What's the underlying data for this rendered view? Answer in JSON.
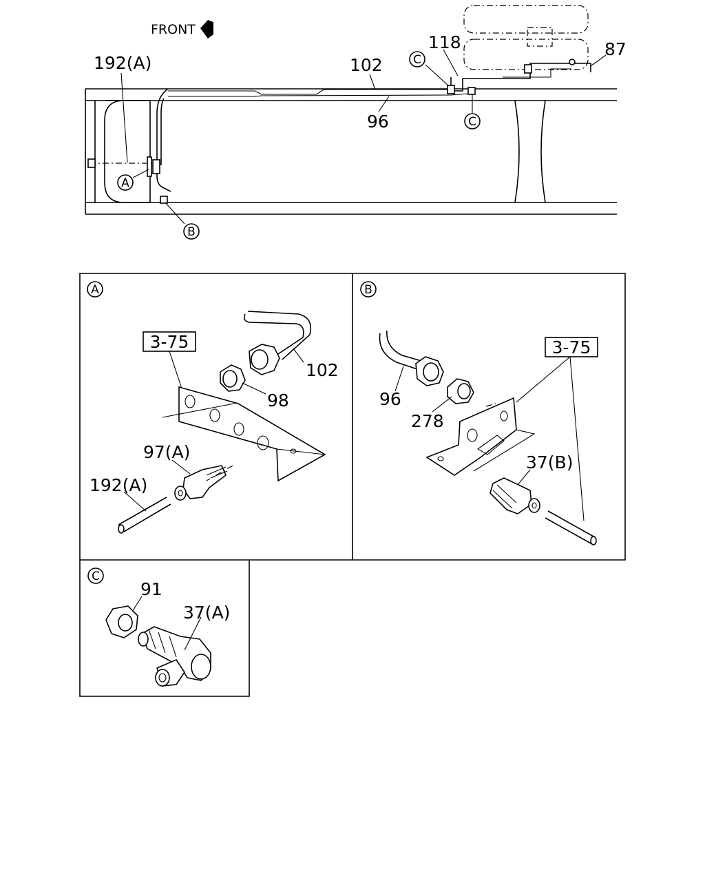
{
  "overview": {
    "front_label": "FRONT",
    "labels": {
      "l192a": "192(A)",
      "l102": "102",
      "l118": "118",
      "l87": "87",
      "l96": "96"
    },
    "callouts": {
      "a": "A",
      "b": "B",
      "c": "C"
    }
  },
  "panel_a": {
    "tag": "A",
    "ref_box": "3-75",
    "labels": {
      "l102": "102",
      "l98": "98",
      "l97a": "97(A)",
      "l192a": "192(A)"
    }
  },
  "panel_b": {
    "tag": "B",
    "ref_box": "3-75",
    "labels": {
      "l96": "96",
      "l278": "278",
      "l37b": "37(B)"
    }
  },
  "panel_c": {
    "tag": "C",
    "labels": {
      "l91": "91",
      "l37a": "37(A)"
    }
  }
}
